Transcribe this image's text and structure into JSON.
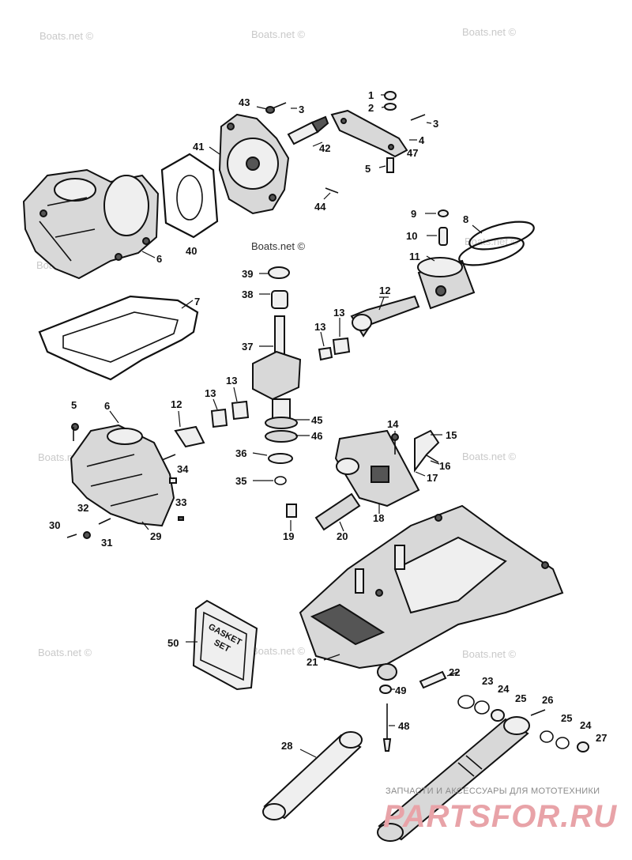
{
  "watermark": "Boats.net ©",
  "callouts": {
    "c1": "1",
    "c2": "2",
    "c3a": "3",
    "c3b": "3",
    "c4": "4",
    "c5a": "5",
    "c5b": "5",
    "c6a": "6",
    "c6b": "6",
    "c7": "7",
    "c8": "8",
    "c9": "9",
    "c10": "10",
    "c11": "11",
    "c12a": "12",
    "c12b": "12",
    "c13a": "13",
    "c13b": "13",
    "c13c": "13",
    "c13d": "13",
    "c14": "14",
    "c15": "15",
    "c16": "16",
    "c17": "17",
    "c18": "18",
    "c19": "19",
    "c20": "20",
    "c21": "21",
    "c22": "22",
    "c23": "23",
    "c24a": "24",
    "c24b": "24",
    "c25a": "25",
    "c25b": "25",
    "c26": "26",
    "c27": "27",
    "c28": "28",
    "c29": "29",
    "c30": "30",
    "c31": "31",
    "c32": "32",
    "c33": "33",
    "c34": "34",
    "c35": "35",
    "c36": "36",
    "c37": "37",
    "c38": "38",
    "c39": "39",
    "c40": "40",
    "c41": "41",
    "c42": "42",
    "c43": "43",
    "c44": "44",
    "c45": "45",
    "c46": "46",
    "c47": "47",
    "c48": "48",
    "c49": "49",
    "c50": "50"
  },
  "gasket_set": {
    "line1": "GASKET",
    "line2": "SET"
  },
  "footer": {
    "tagline": "ЗАПЧАСТИ И АКСЕССУАРЫ ДЛЯ МОТОТЕХНИКИ",
    "brand": "PARTSFOR.RU"
  },
  "colors": {
    "ink": "#111111",
    "watermark": "#c9c9c9",
    "brand": "#e8a3a8"
  }
}
